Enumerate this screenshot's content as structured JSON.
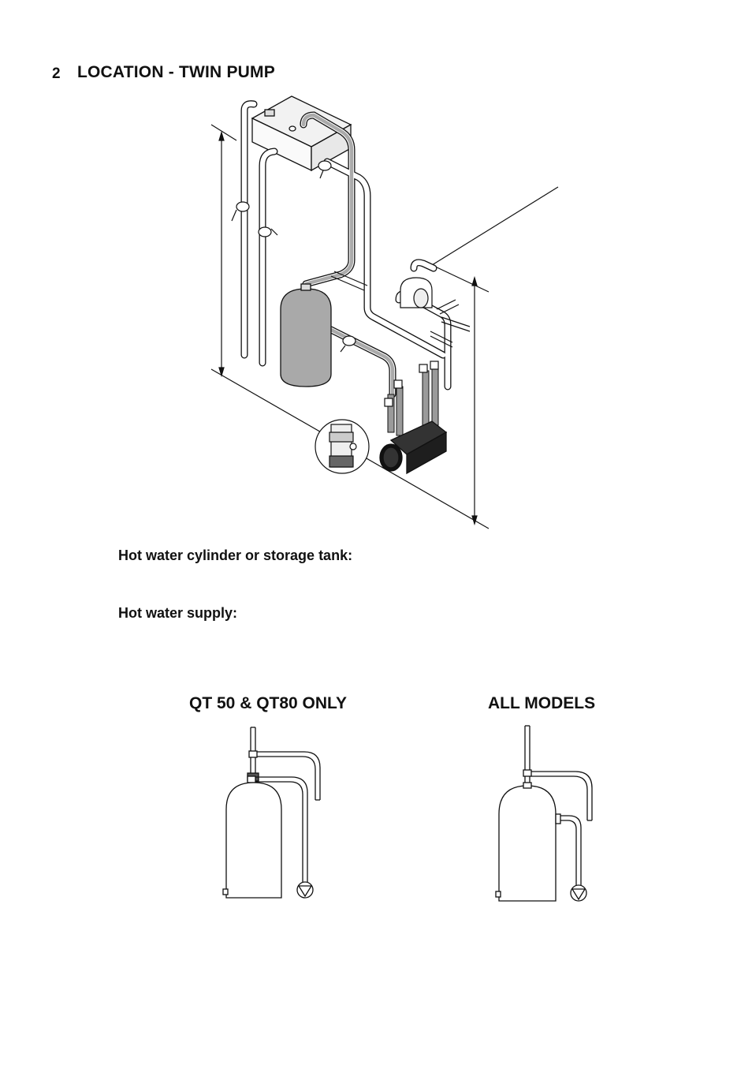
{
  "section": {
    "number": "2",
    "title": "LOCATION - TWIN PUMP"
  },
  "labels": {
    "cylinder": "Hot water cylinder or storage tank:",
    "supply": "Hot water supply:"
  },
  "diagrams": {
    "left_caption": "QT 50 & QT80 ONLY",
    "right_caption": "ALL MODELS"
  }
}
